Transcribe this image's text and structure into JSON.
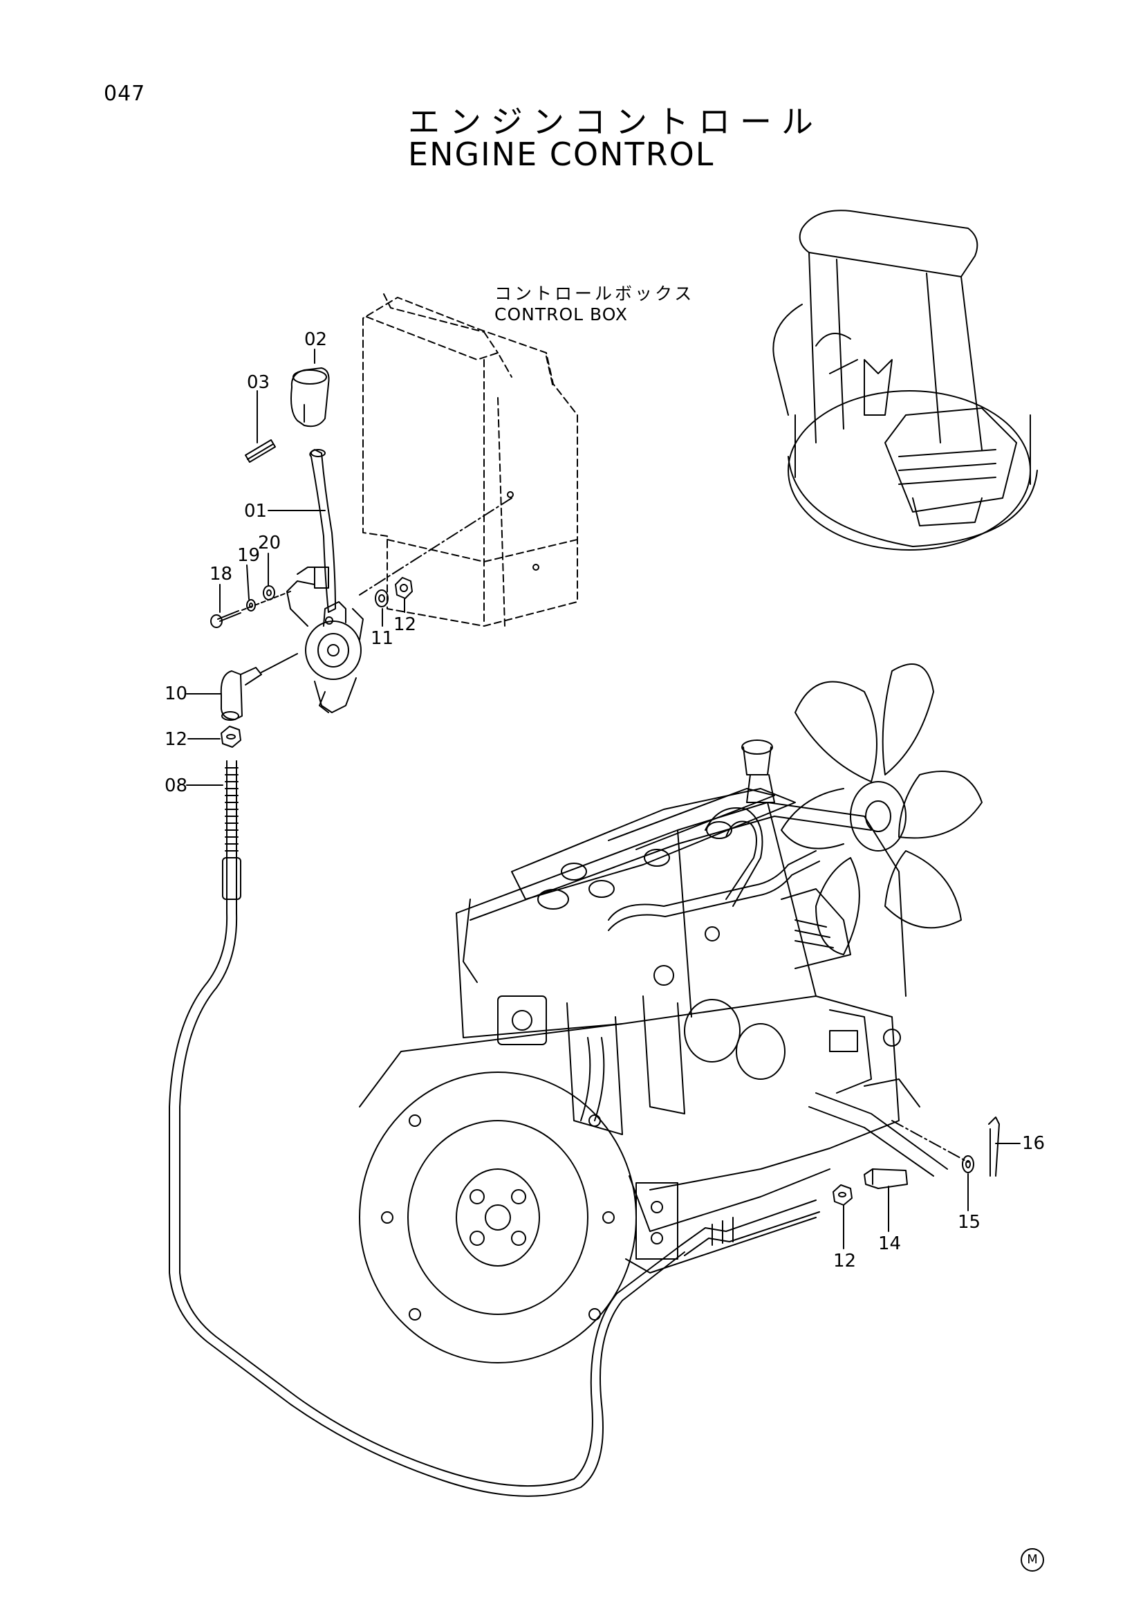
{
  "page": {
    "number": "047",
    "mark": "M"
  },
  "title": {
    "jp": "エンジンコントロール",
    "en": "ENGINE CONTROL"
  },
  "control_box": {
    "jp": "コントロールボックス",
    "en": "CONTROL BOX"
  },
  "callouts": {
    "c01": "01",
    "c02": "02",
    "c03": "03",
    "c08": "08",
    "c10": "10",
    "c11": "11",
    "c12a": "12",
    "c12b": "12",
    "c12c": "12",
    "c14": "14",
    "c15": "15",
    "c16": "16",
    "c18": "18",
    "c19": "19",
    "c20": "20"
  }
}
